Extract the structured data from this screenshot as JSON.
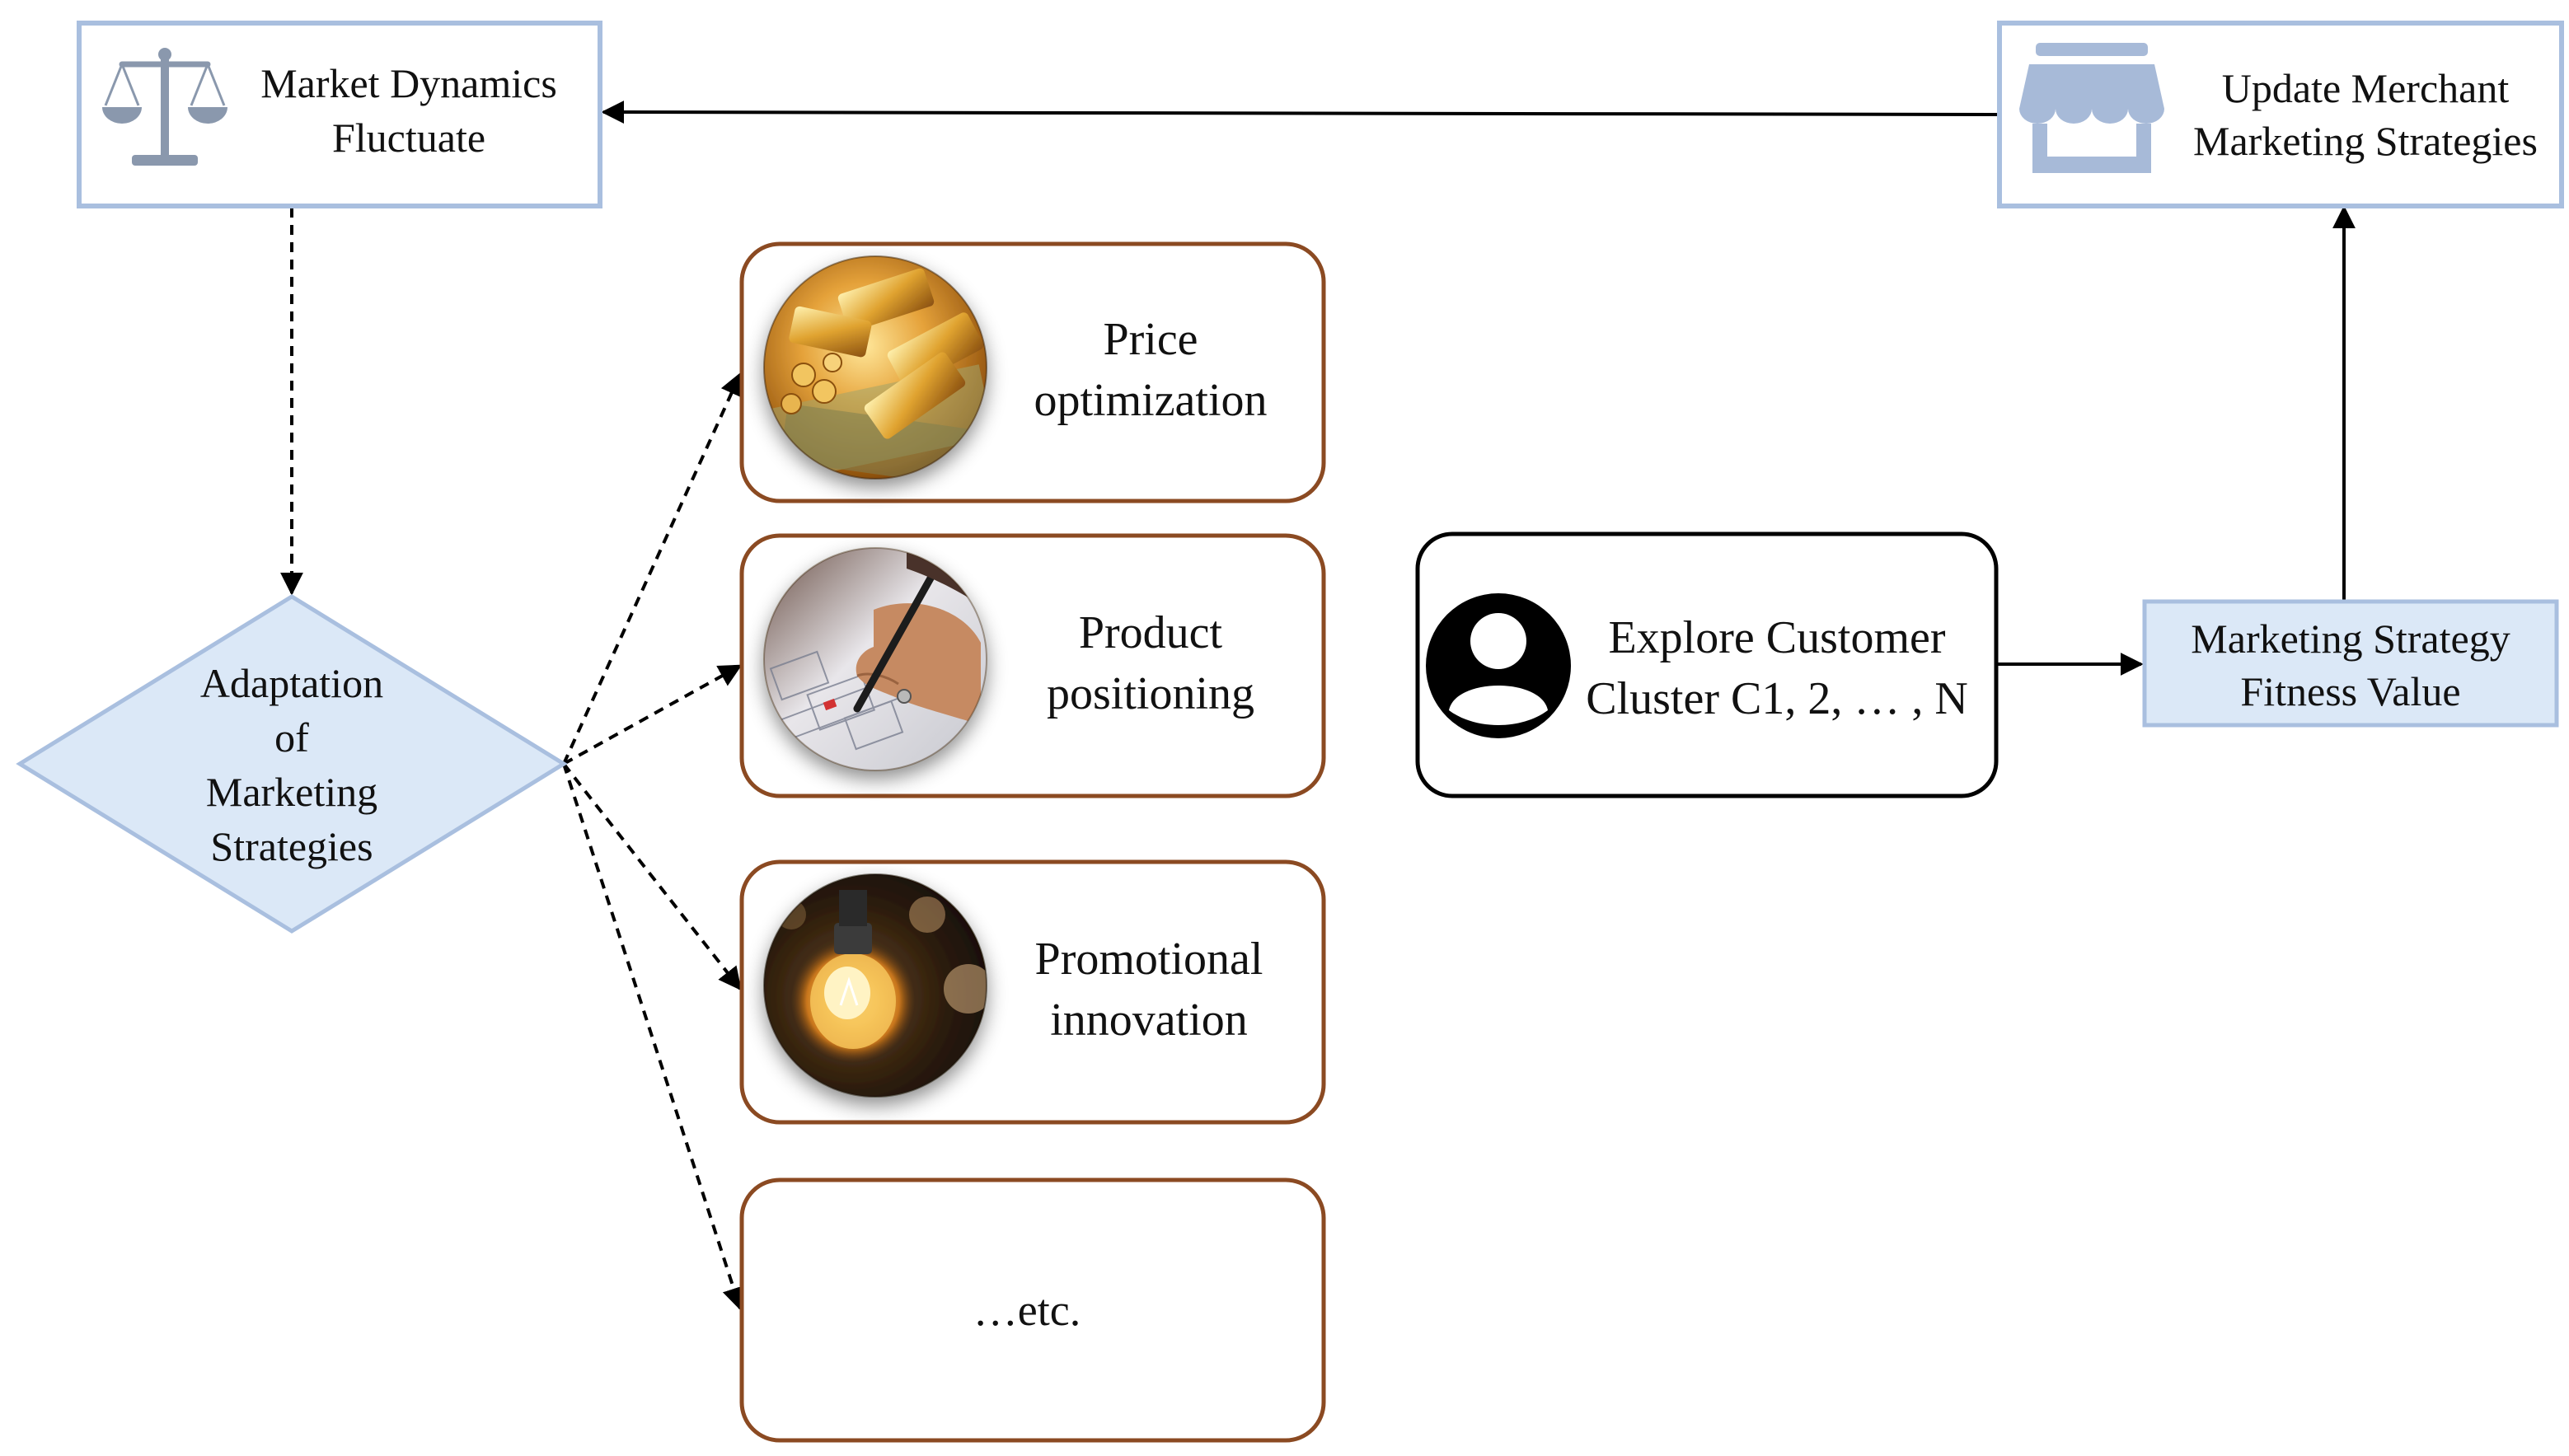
{
  "colors": {
    "background": "#ffffff",
    "blue_border": "#a9bfdf",
    "blue_fill": "#dbe8f7",
    "brown_border": "#8b4a22",
    "icon_grey": "#8a98ad",
    "store_blue": "#a7bad8",
    "arrow": "#000000"
  },
  "nodes": {
    "market_dynamics": {
      "line1": "Market Dynamics",
      "line2": "Fluctuate",
      "icon": "balance-scale-icon"
    },
    "update_strategies": {
      "line1": "Update Merchant",
      "line2": "Marketing Strategies",
      "icon": "storefront-icon"
    },
    "adaptation": {
      "line1": "Adaptation",
      "line2": "of",
      "line3": "Marketing",
      "line4": "Strategies"
    },
    "price": {
      "line1": "Price",
      "line2": "optimization",
      "image": "gold-bars-and-money-photo"
    },
    "product": {
      "line1": "Product",
      "line2": "positioning",
      "image": "hand-writing-on-plans-photo"
    },
    "promotional": {
      "line1": "Promotional",
      "line2": "innovation",
      "image": "light-bulb-photo"
    },
    "etc": {
      "label": "…etc."
    },
    "explore": {
      "line1": "Explore Customer",
      "line2": "Cluster C1, 2, … , N",
      "icon": "user-avatar-icon"
    },
    "fitness": {
      "line1": "Marketing Strategy",
      "line2": "Fitness Value"
    }
  }
}
